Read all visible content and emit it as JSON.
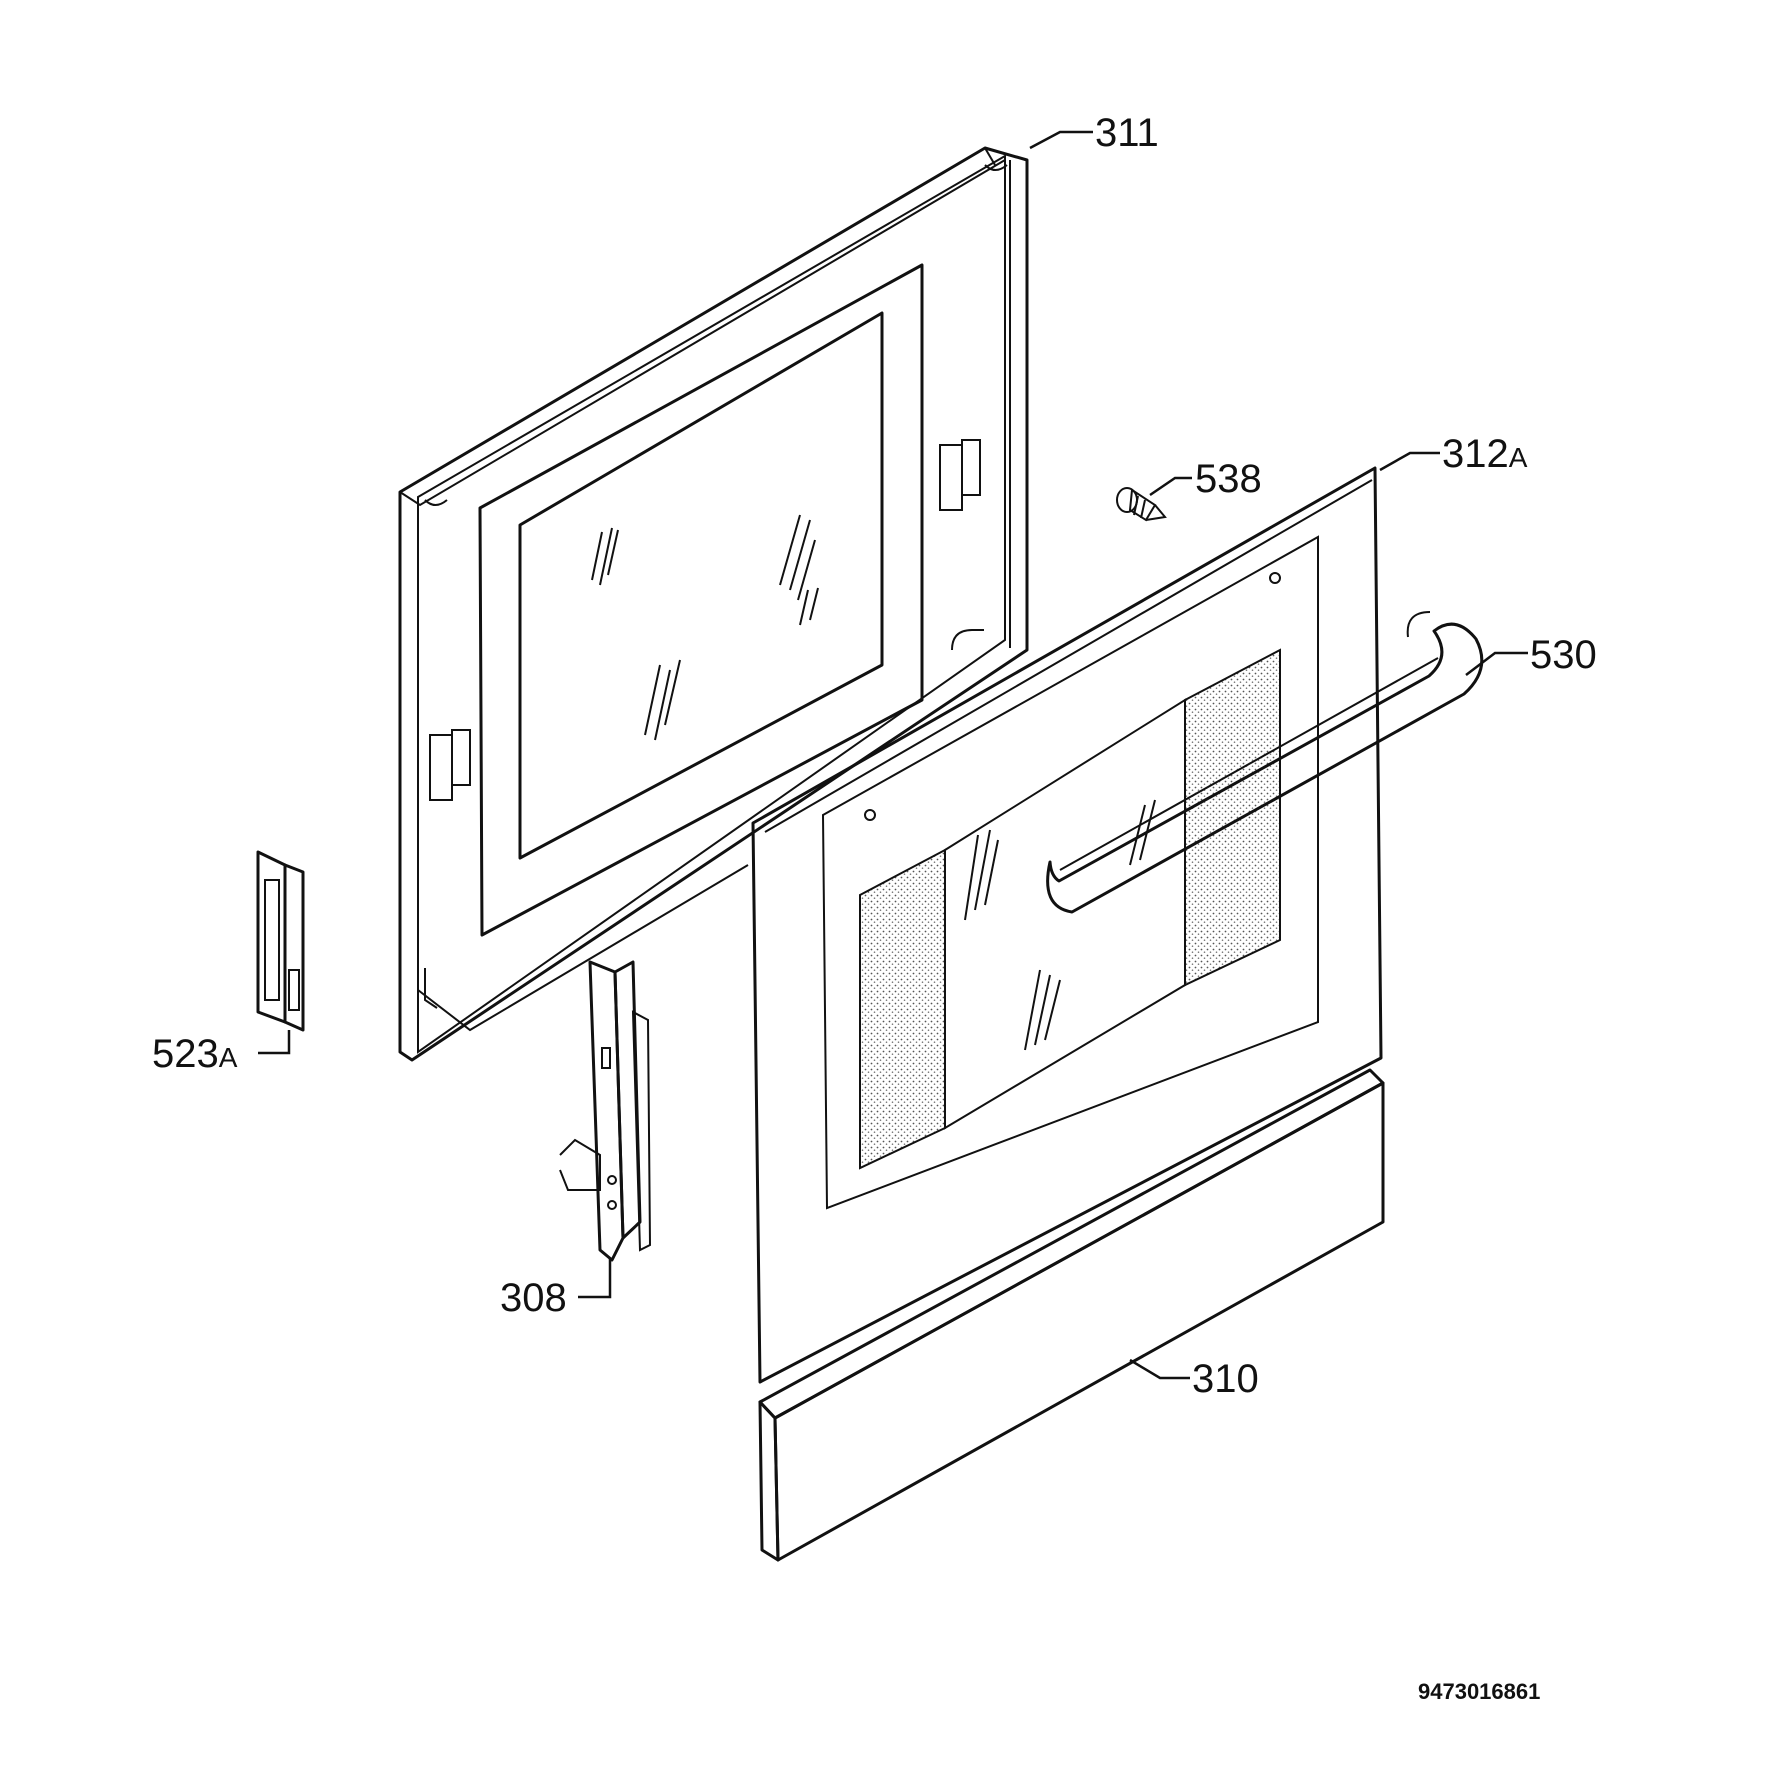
{
  "parts": {
    "p311": {
      "number": "311",
      "suffix": ""
    },
    "p312a": {
      "number": "312",
      "suffix": "A"
    },
    "p538": {
      "number": "538",
      "suffix": ""
    },
    "p530": {
      "number": "530",
      "suffix": ""
    },
    "p523a": {
      "number": "523",
      "suffix": "A"
    },
    "p308": {
      "number": "308",
      "suffix": ""
    },
    "p310": {
      "number": "310",
      "suffix": ""
    }
  },
  "drawing_code": "9473016861"
}
